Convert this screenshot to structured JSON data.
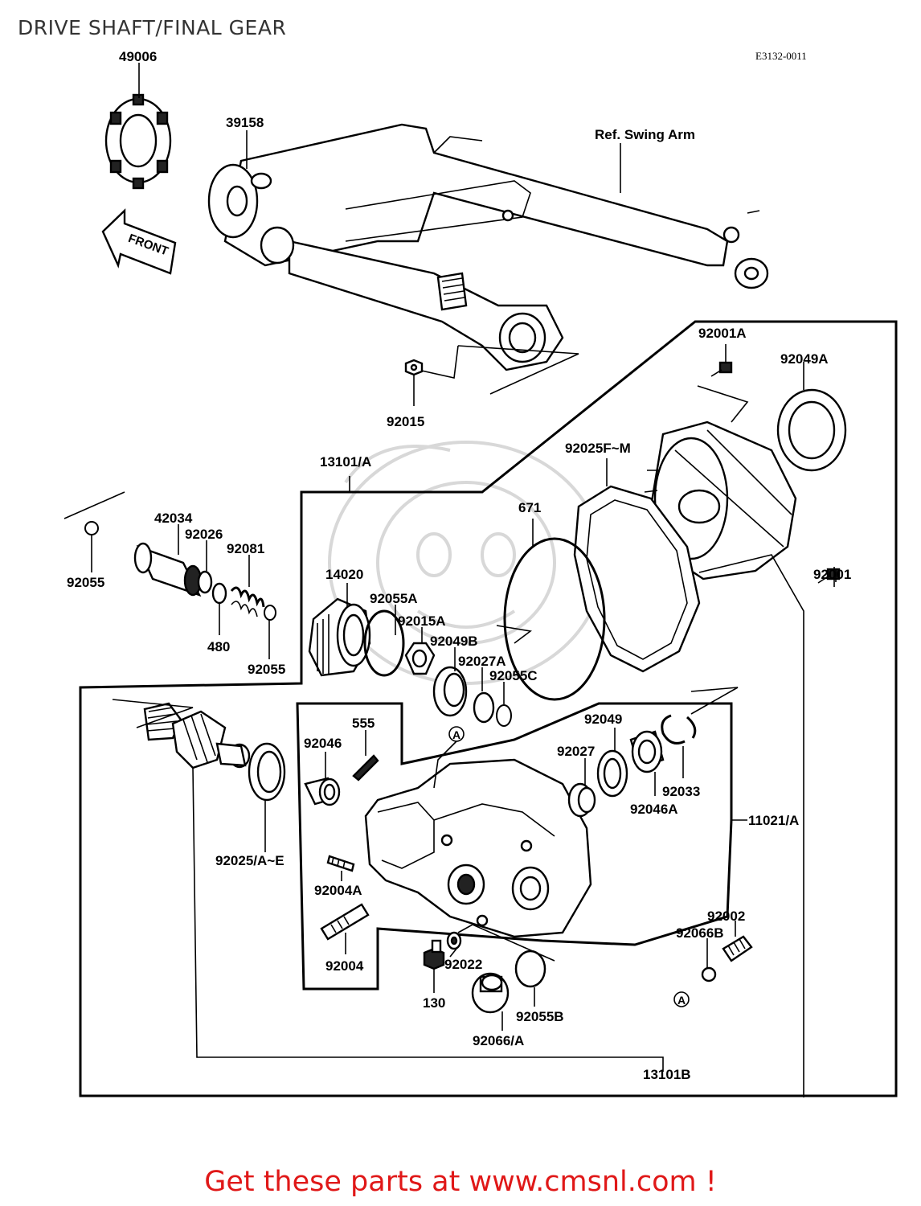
{
  "title": "DRIVE SHAFT/FINAL GEAR",
  "diagram_code": "E3132-0011",
  "ref_label": "Ref. Swing Arm",
  "front_label": "FRONT",
  "parts": {
    "p49006": "49006",
    "p39158": "39158",
    "p92015": "92015",
    "p92001A": "92001A",
    "p92049A": "92049A",
    "p92025FM": "92025F~M",
    "p13101A": "13101/A",
    "p671": "671",
    "p92001": "92001",
    "p42034": "42034",
    "p92026": "92026",
    "p92081": "92081",
    "p92055_1": "92055",
    "p480": "480",
    "p92055_2": "92055",
    "p14020": "14020",
    "p92055A": "92055A",
    "p92015A": "92015A",
    "p92049B": "92049B",
    "p92027A": "92027A",
    "p92055C": "92055C",
    "p555": "555",
    "p92046": "92046",
    "p92049": "92049",
    "p92027": "92027",
    "p92033": "92033",
    "p92046A": "92046A",
    "p11021A": "11021/A",
    "p92025AE": "92025/A~E",
    "p92004A": "92004A",
    "p92004": "92004",
    "p92022": "92022",
    "p130": "130",
    "p92055B": "92055B",
    "p92066A": "92066/A",
    "p92002": "92002",
    "p92066B": "92066B",
    "p13101B": "13101B",
    "marker_a1": "A",
    "marker_a2": "A"
  },
  "footer": "Get these parts at www.cmsnl.com !"
}
